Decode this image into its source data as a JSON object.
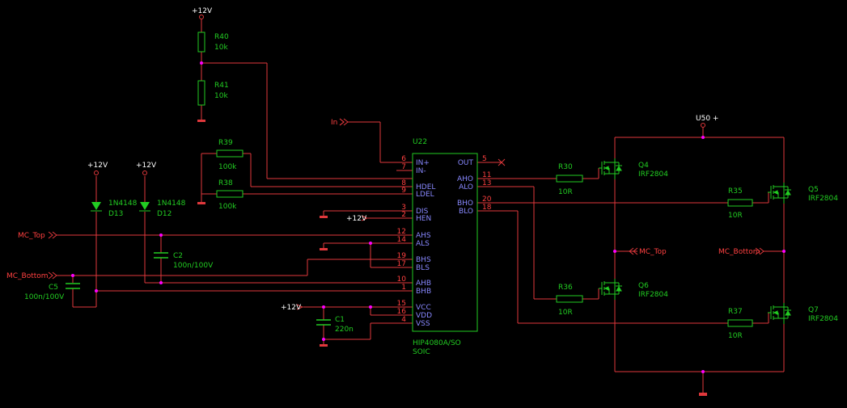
{
  "colors": {
    "background": "#000000",
    "wire": "#e0383c",
    "component": "#22cc22",
    "power_label": "#ffffff",
    "net_label": "#ff4040",
    "pin_name": "#8888ff",
    "junction": "#ff00ff",
    "part_text": "#22cc22"
  },
  "power": {
    "vcc_r40": "+12V",
    "vcc_d13": "+12V",
    "vcc_d12": "+12V",
    "vcc_hen": "+12V",
    "vcc_vcc": "+12V",
    "u50": "U50 +"
  },
  "nets": {
    "in": "In",
    "mc_top_left": "MC_Top",
    "mc_bottom_left": "MC_Bottom",
    "mc_top_right": "MC_Top",
    "mc_bottom_right": "MC_Bottom"
  },
  "parts": {
    "R40": {
      "ref": "R40",
      "value": "10k"
    },
    "R41": {
      "ref": "R41",
      "value": "10k"
    },
    "R39": {
      "ref": "R39",
      "value": "100k"
    },
    "R38": {
      "ref": "R38",
      "value": "100k"
    },
    "D13": {
      "ref": "D13",
      "value": "1N4148"
    },
    "D12": {
      "ref": "D12",
      "value": "1N4148"
    },
    "C2": {
      "ref": "C2",
      "value": "100n/100V"
    },
    "C5": {
      "ref": "C5",
      "value": "100n/100V"
    },
    "C1": {
      "ref": "C1",
      "value": "220n"
    },
    "R30": {
      "ref": "R30",
      "value": "10R"
    },
    "R35": {
      "ref": "R35",
      "value": "10R"
    },
    "R36": {
      "ref": "R36",
      "value": "10R"
    },
    "R37": {
      "ref": "R37",
      "value": "10R"
    },
    "Q4": {
      "ref": "Q4",
      "value": "IRF2804"
    },
    "Q5": {
      "ref": "Q5",
      "value": "IRF2804"
    },
    "Q6": {
      "ref": "Q6",
      "value": "IRF2804"
    },
    "Q7": {
      "ref": "Q7",
      "value": "IRF2804"
    }
  },
  "ic": {
    "ref": "U22",
    "part": "HIP4080A/SO",
    "package": "SOIC",
    "left_pins": [
      {
        "num": "6",
        "name": "IN+"
      },
      {
        "num": "7",
        "name": "IN-"
      },
      {
        "num": "8",
        "name": "HDEL"
      },
      {
        "num": "9",
        "name": "LDEL"
      },
      {
        "num": "3",
        "name": "DIS"
      },
      {
        "num": "2",
        "name": "HEN"
      },
      {
        "num": "12",
        "name": "AHS"
      },
      {
        "num": "14",
        "name": "ALS"
      },
      {
        "num": "19",
        "name": "BHS"
      },
      {
        "num": "17",
        "name": "BLS"
      },
      {
        "num": "10",
        "name": "AHB"
      },
      {
        "num": "1",
        "name": "BHB"
      },
      {
        "num": "15",
        "name": "VCC"
      },
      {
        "num": "16",
        "name": "VDD"
      },
      {
        "num": "4",
        "name": "VSS"
      }
    ],
    "right_pins": [
      {
        "num": "5",
        "name": "OUT"
      },
      {
        "num": "11",
        "name": "AHO"
      },
      {
        "num": "13",
        "name": "ALO"
      },
      {
        "num": "20",
        "name": "BHO"
      },
      {
        "num": "18",
        "name": "BLO"
      }
    ]
  }
}
